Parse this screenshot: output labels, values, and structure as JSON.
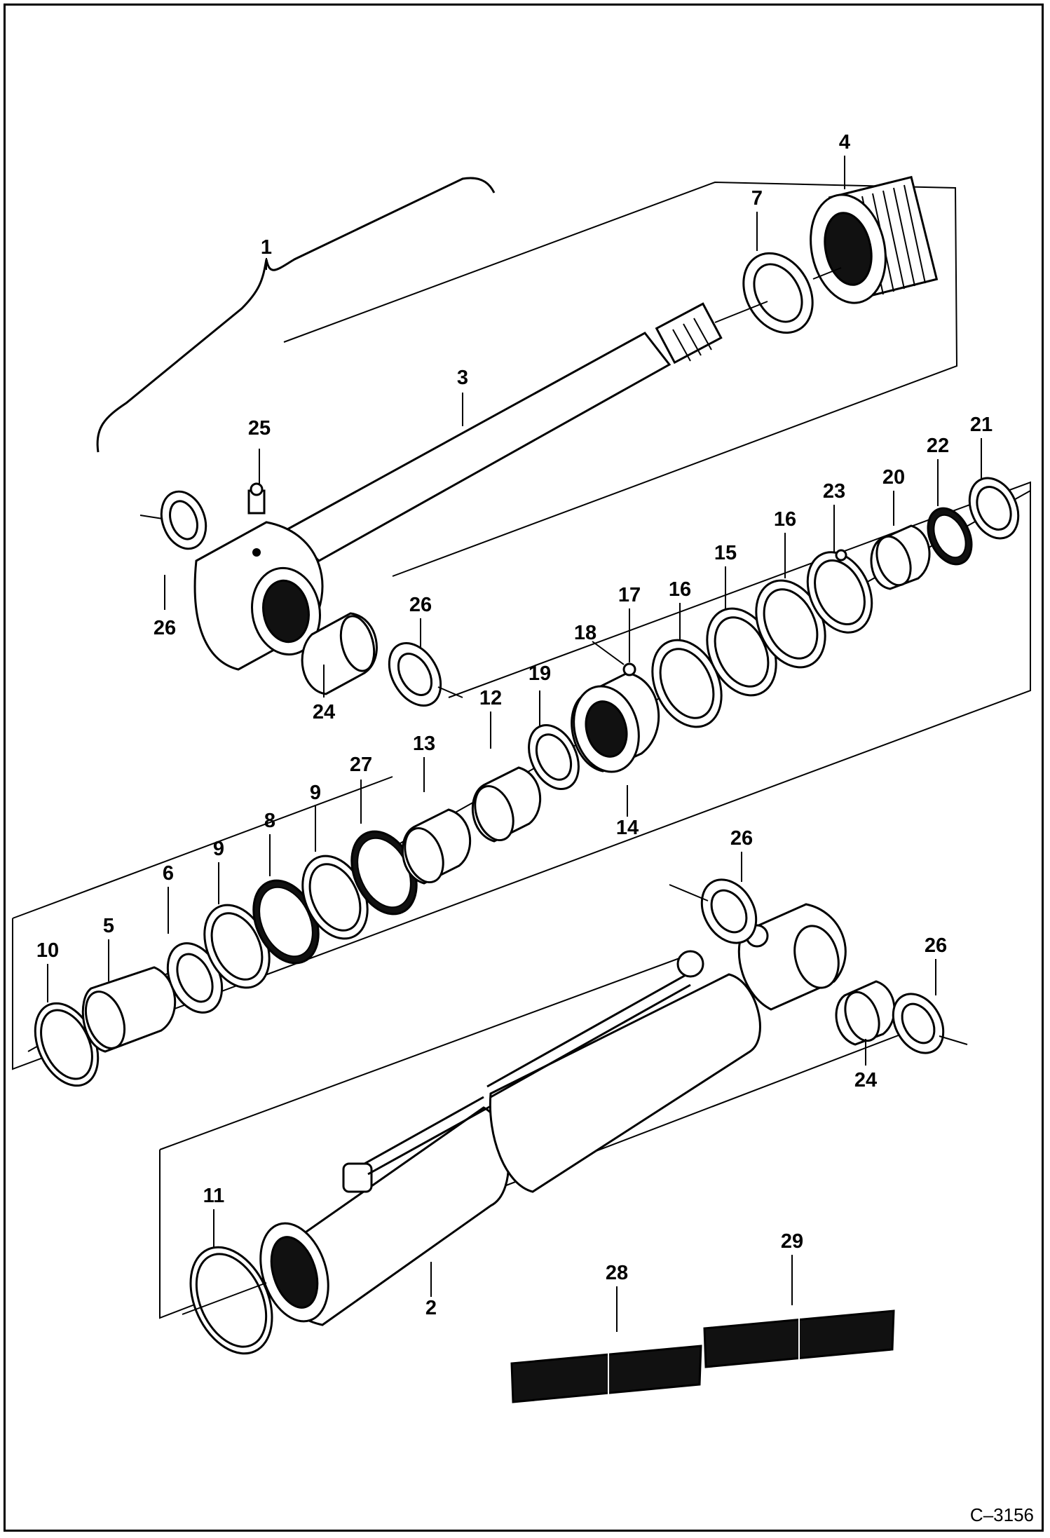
{
  "drawing_code": "C–3156",
  "callouts": [
    {
      "id": "c1",
      "text": "1"
    },
    {
      "id": "c2",
      "text": "2"
    },
    {
      "id": "c3",
      "text": "3"
    },
    {
      "id": "c4",
      "text": "4"
    },
    {
      "id": "c5",
      "text": "5"
    },
    {
      "id": "c6",
      "text": "6"
    },
    {
      "id": "c7",
      "text": "7"
    },
    {
      "id": "c8",
      "text": "8"
    },
    {
      "id": "c9a",
      "text": "9"
    },
    {
      "id": "c9b",
      "text": "9"
    },
    {
      "id": "c10",
      "text": "10"
    },
    {
      "id": "c11",
      "text": "11"
    },
    {
      "id": "c12",
      "text": "12"
    },
    {
      "id": "c13",
      "text": "13"
    },
    {
      "id": "c14",
      "text": "14"
    },
    {
      "id": "c15",
      "text": "15"
    },
    {
      "id": "c16a",
      "text": "16"
    },
    {
      "id": "c16b",
      "text": "16"
    },
    {
      "id": "c17",
      "text": "17"
    },
    {
      "id": "c18",
      "text": "18"
    },
    {
      "id": "c19",
      "text": "19"
    },
    {
      "id": "c20",
      "text": "20"
    },
    {
      "id": "c21",
      "text": "21"
    },
    {
      "id": "c22",
      "text": "22"
    },
    {
      "id": "c23",
      "text": "23"
    },
    {
      "id": "c24a",
      "text": "24"
    },
    {
      "id": "c24b",
      "text": "24"
    },
    {
      "id": "c25",
      "text": "25"
    },
    {
      "id": "c26a",
      "text": "26"
    },
    {
      "id": "c26b",
      "text": "26"
    },
    {
      "id": "c26c",
      "text": "26"
    },
    {
      "id": "c26d",
      "text": "26"
    },
    {
      "id": "c27",
      "text": "27"
    },
    {
      "id": "c28",
      "text": "28"
    },
    {
      "id": "c29",
      "text": "29"
    }
  ]
}
